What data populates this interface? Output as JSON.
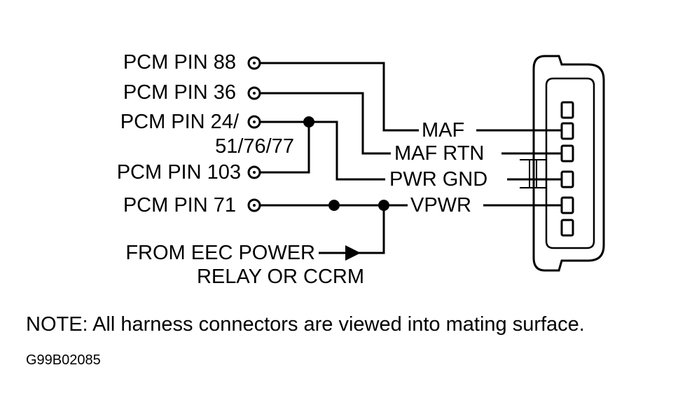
{
  "pcm_pins": [
    {
      "line1": "PCM PIN 88"
    },
    {
      "line1": "PCM PIN 36"
    },
    {
      "line1": "PCM PIN 24/",
      "line2": "51/76/77"
    },
    {
      "line1": "PCM PIN 103"
    },
    {
      "line1": "PCM PIN 71"
    }
  ],
  "signals": {
    "maf": "MAF",
    "maf_rtn": "MAF RTN",
    "pwr_gnd": "PWR GND",
    "vpwr": "VPWR"
  },
  "source": {
    "line1": "FROM EEC POWER",
    "line2": "RELAY OR CCRM"
  },
  "note": "NOTE:  All harness connectors are viewed into mating surface.",
  "figure_code": "G99B02085",
  "colors": {
    "line": "#000000",
    "background": "#ffffff"
  }
}
